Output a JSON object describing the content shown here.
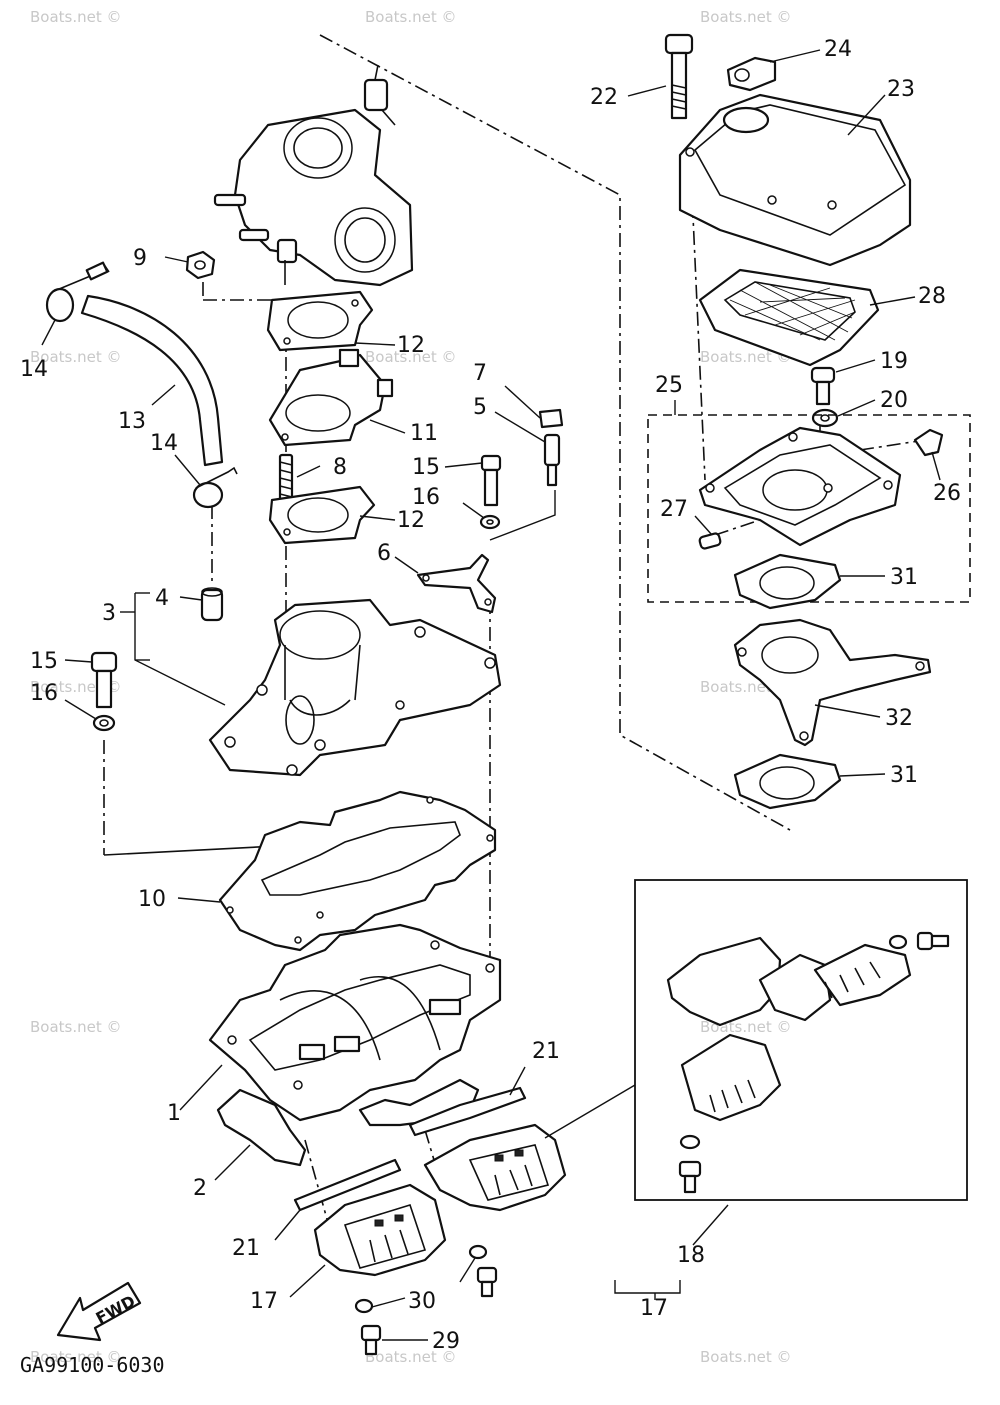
{
  "diagram": {
    "figure_code": "GA99100-6030",
    "fwd_arrow_label": "FWD",
    "watermark": "Boats.net ©",
    "callouts": [
      {
        "id": "c1",
        "text": "1"
      },
      {
        "id": "c2",
        "text": "2"
      },
      {
        "id": "c3",
        "text": "3"
      },
      {
        "id": "c4",
        "text": "4"
      },
      {
        "id": "c5",
        "text": "5"
      },
      {
        "id": "c6",
        "text": "6"
      },
      {
        "id": "c7",
        "text": "7"
      },
      {
        "id": "c8",
        "text": "8"
      },
      {
        "id": "c9",
        "text": "9"
      },
      {
        "id": "c10",
        "text": "10"
      },
      {
        "id": "c11",
        "text": "11"
      },
      {
        "id": "c12a",
        "text": "12"
      },
      {
        "id": "c12b",
        "text": "12"
      },
      {
        "id": "c13",
        "text": "13"
      },
      {
        "id": "c14a",
        "text": "14"
      },
      {
        "id": "c14b",
        "text": "14"
      },
      {
        "id": "c15a",
        "text": "15"
      },
      {
        "id": "c15b",
        "text": "15"
      },
      {
        "id": "c16a",
        "text": "16"
      },
      {
        "id": "c16b",
        "text": "16"
      },
      {
        "id": "c17a",
        "text": "17"
      },
      {
        "id": "c17b",
        "text": "17"
      },
      {
        "id": "c18",
        "text": "18"
      },
      {
        "id": "c19",
        "text": "19"
      },
      {
        "id": "c20",
        "text": "20"
      },
      {
        "id": "c21a",
        "text": "21"
      },
      {
        "id": "c21b",
        "text": "21"
      },
      {
        "id": "c22",
        "text": "22"
      },
      {
        "id": "c23",
        "text": "23"
      },
      {
        "id": "c24",
        "text": "24"
      },
      {
        "id": "c25",
        "text": "25"
      },
      {
        "id": "c26",
        "text": "26"
      },
      {
        "id": "c27",
        "text": "27"
      },
      {
        "id": "c28",
        "text": "28"
      },
      {
        "id": "c29",
        "text": "29"
      },
      {
        "id": "c30",
        "text": "30"
      },
      {
        "id": "c31a",
        "text": "31"
      },
      {
        "id": "c31b",
        "text": "31"
      },
      {
        "id": "c32",
        "text": "32"
      }
    ]
  }
}
